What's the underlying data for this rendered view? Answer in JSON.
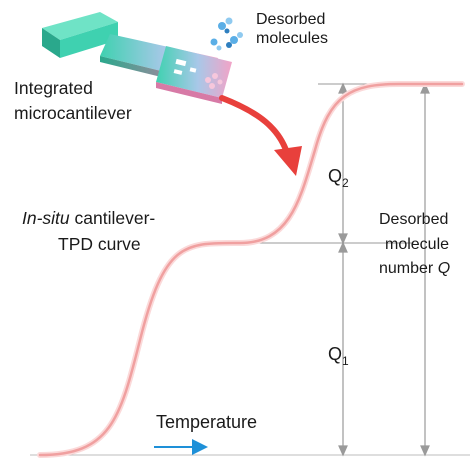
{
  "labels": {
    "desorbed_molecules": [
      "Desorbed",
      "molecules"
    ],
    "integrated_cantilever": [
      "Integrated",
      "microcantilever"
    ],
    "tpd_curve": {
      "italic": "In-situ",
      "line1_rest": " cantilever-",
      "line2": "TPD curve"
    },
    "q2": {
      "main": "Q",
      "sub": "2"
    },
    "q1": {
      "main": "Q",
      "sub": "1"
    },
    "total": {
      "line1": "Desorbed",
      "line2": "molecule",
      "line3_prefix": "number ",
      "line3_var": "Q"
    },
    "temperature": "Temperature"
  },
  "colors": {
    "curve": "#f0a0a0",
    "curve_glow": "#fbd9d9",
    "red_arrow": "#e8403c",
    "temperature_arrow": "#1e90d8",
    "measure_lines": "#9a9a9a",
    "cantilever_base": "#3fd1b0",
    "cantilever_tip": "#f2a3c7",
    "molecule_blue": "#5aaee6"
  },
  "icons": {
    "cantilever": "microcantilever-icon",
    "molecules": "molecule-cluster-icon"
  }
}
